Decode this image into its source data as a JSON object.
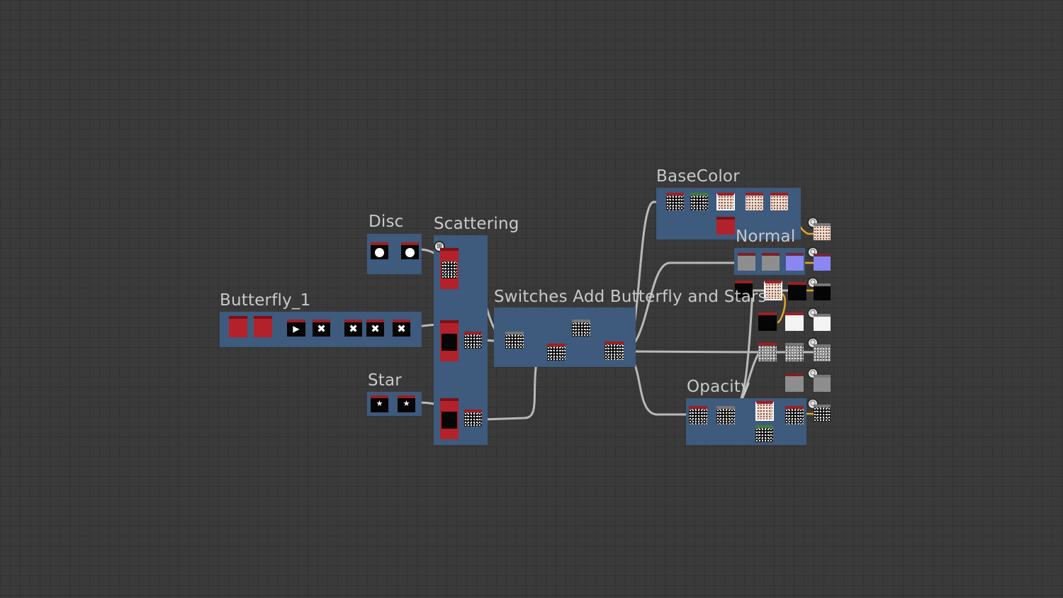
{
  "canvas": {
    "background": "#3a3a3a",
    "grid_color": "#323232",
    "frame_color": "#3e5a7c"
  },
  "frames": {
    "disc": "Disc",
    "scattering": "Scattering",
    "butterfly": "Butterfly_1",
    "star": "Star",
    "switches": "Switches Add Butterfly and Stars",
    "basecolor": "BaseColor",
    "normal": "Normal",
    "opacity": "Opacity"
  },
  "icons": {
    "output_port": "output-icon",
    "scatter_port": "scatter-icon"
  },
  "colors": {
    "node_header": "#9e1e24",
    "wire": "#b8b8b8",
    "wire_highlight": "#e3a52a",
    "normal_preview": "#8a86f2"
  }
}
